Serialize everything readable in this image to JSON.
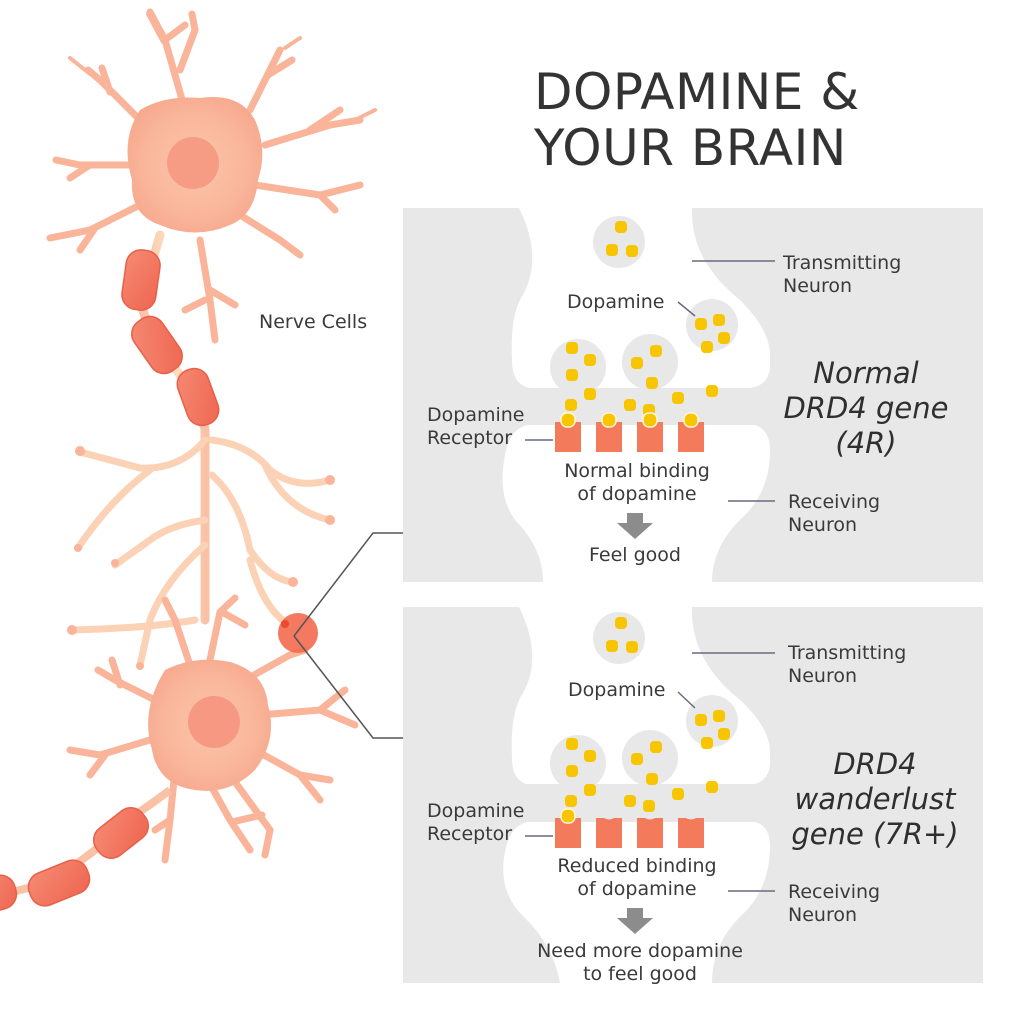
{
  "title": {
    "line1": "DOPAMINE &",
    "line2": "YOUR BRAIN"
  },
  "left_illustration": {
    "label": "Nerve Cells",
    "icons": [
      "neuron-icon",
      "myelin-sheath-icon",
      "synapse-magnifier-icon"
    ]
  },
  "colors": {
    "panel_gray": "#e8e8e8",
    "dopamine_yellow": "#f7c600",
    "receptor_coral": "#f47a5c",
    "neuron_peach": "#f9b79c",
    "myelin_red": "#f06a55",
    "arrow_gray": "#8c8c8c",
    "text_dark": "#333333"
  },
  "panels": [
    {
      "id": "normal",
      "transmitting_label": [
        "Transmitting",
        "Neuron"
      ],
      "dopamine_label": "Dopamine",
      "receptor_label": [
        "Dopamine",
        "Receptor"
      ],
      "binding_label": [
        "Normal binding",
        "of dopamine"
      ],
      "receiving_label": [
        "Receiving",
        "Neuron"
      ],
      "outcome_label": [
        "Feel good"
      ],
      "gene_label": [
        "Normal",
        "DRD4 gene",
        "(4R)"
      ],
      "receptors_total": 4,
      "receptors_bound": 4
    },
    {
      "id": "wanderlust",
      "transmitting_label": [
        "Transmitting",
        "Neuron"
      ],
      "dopamine_label": "Dopamine",
      "receptor_label": [
        "Dopamine",
        "Receptor"
      ],
      "binding_label": [
        "Reduced binding",
        "of dopamine"
      ],
      "receiving_label": [
        "Receiving",
        "Neuron"
      ],
      "outcome_label": [
        "Need more dopamine",
        "to feel good"
      ],
      "gene_label": [
        "DRD4",
        "wanderlust",
        "gene (7R+)"
      ],
      "receptors_total": 4,
      "receptors_bound": 1
    }
  ]
}
